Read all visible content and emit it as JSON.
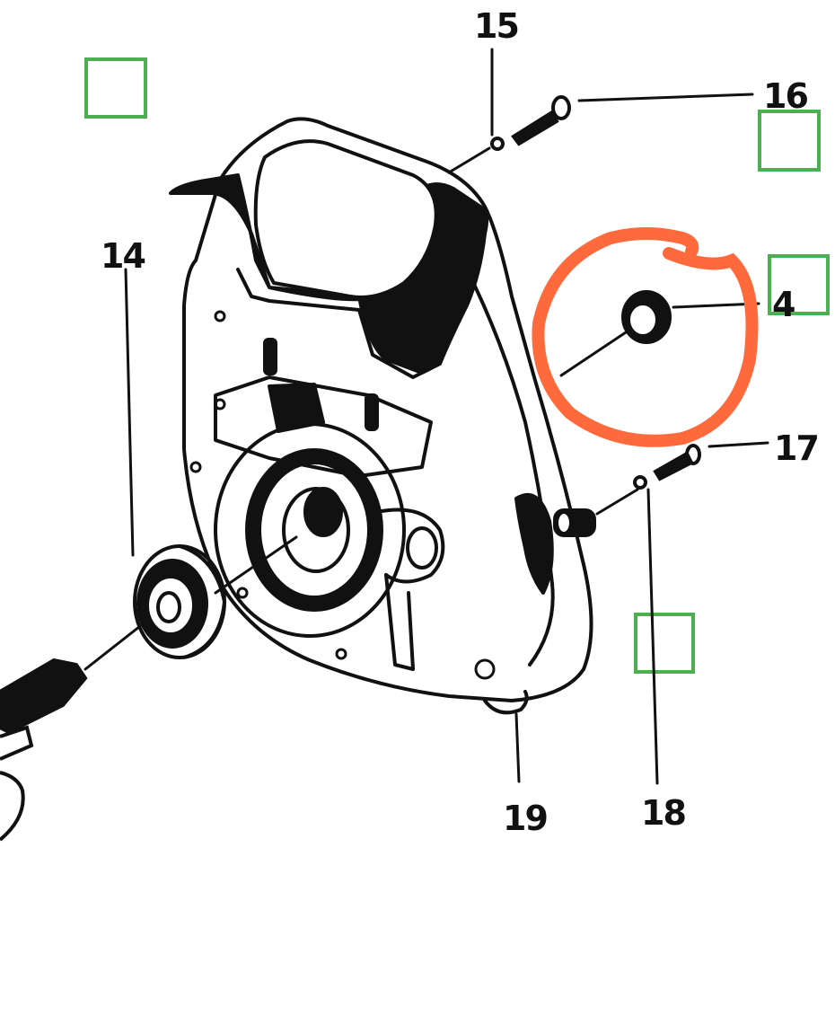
{
  "diagram": {
    "callouts": [
      {
        "id": "15",
        "label": "15"
      },
      {
        "id": "16",
        "label": "16"
      },
      {
        "id": "14",
        "label": "14"
      },
      {
        "id": "4",
        "label": "4"
      },
      {
        "id": "17",
        "label": "17"
      },
      {
        "id": "19",
        "label": "19"
      },
      {
        "id": "18",
        "label": "18"
      }
    ],
    "colors": {
      "line": "#111111",
      "marker_box": "#4caf50",
      "highlight_circle": "#ff6a3d"
    }
  }
}
